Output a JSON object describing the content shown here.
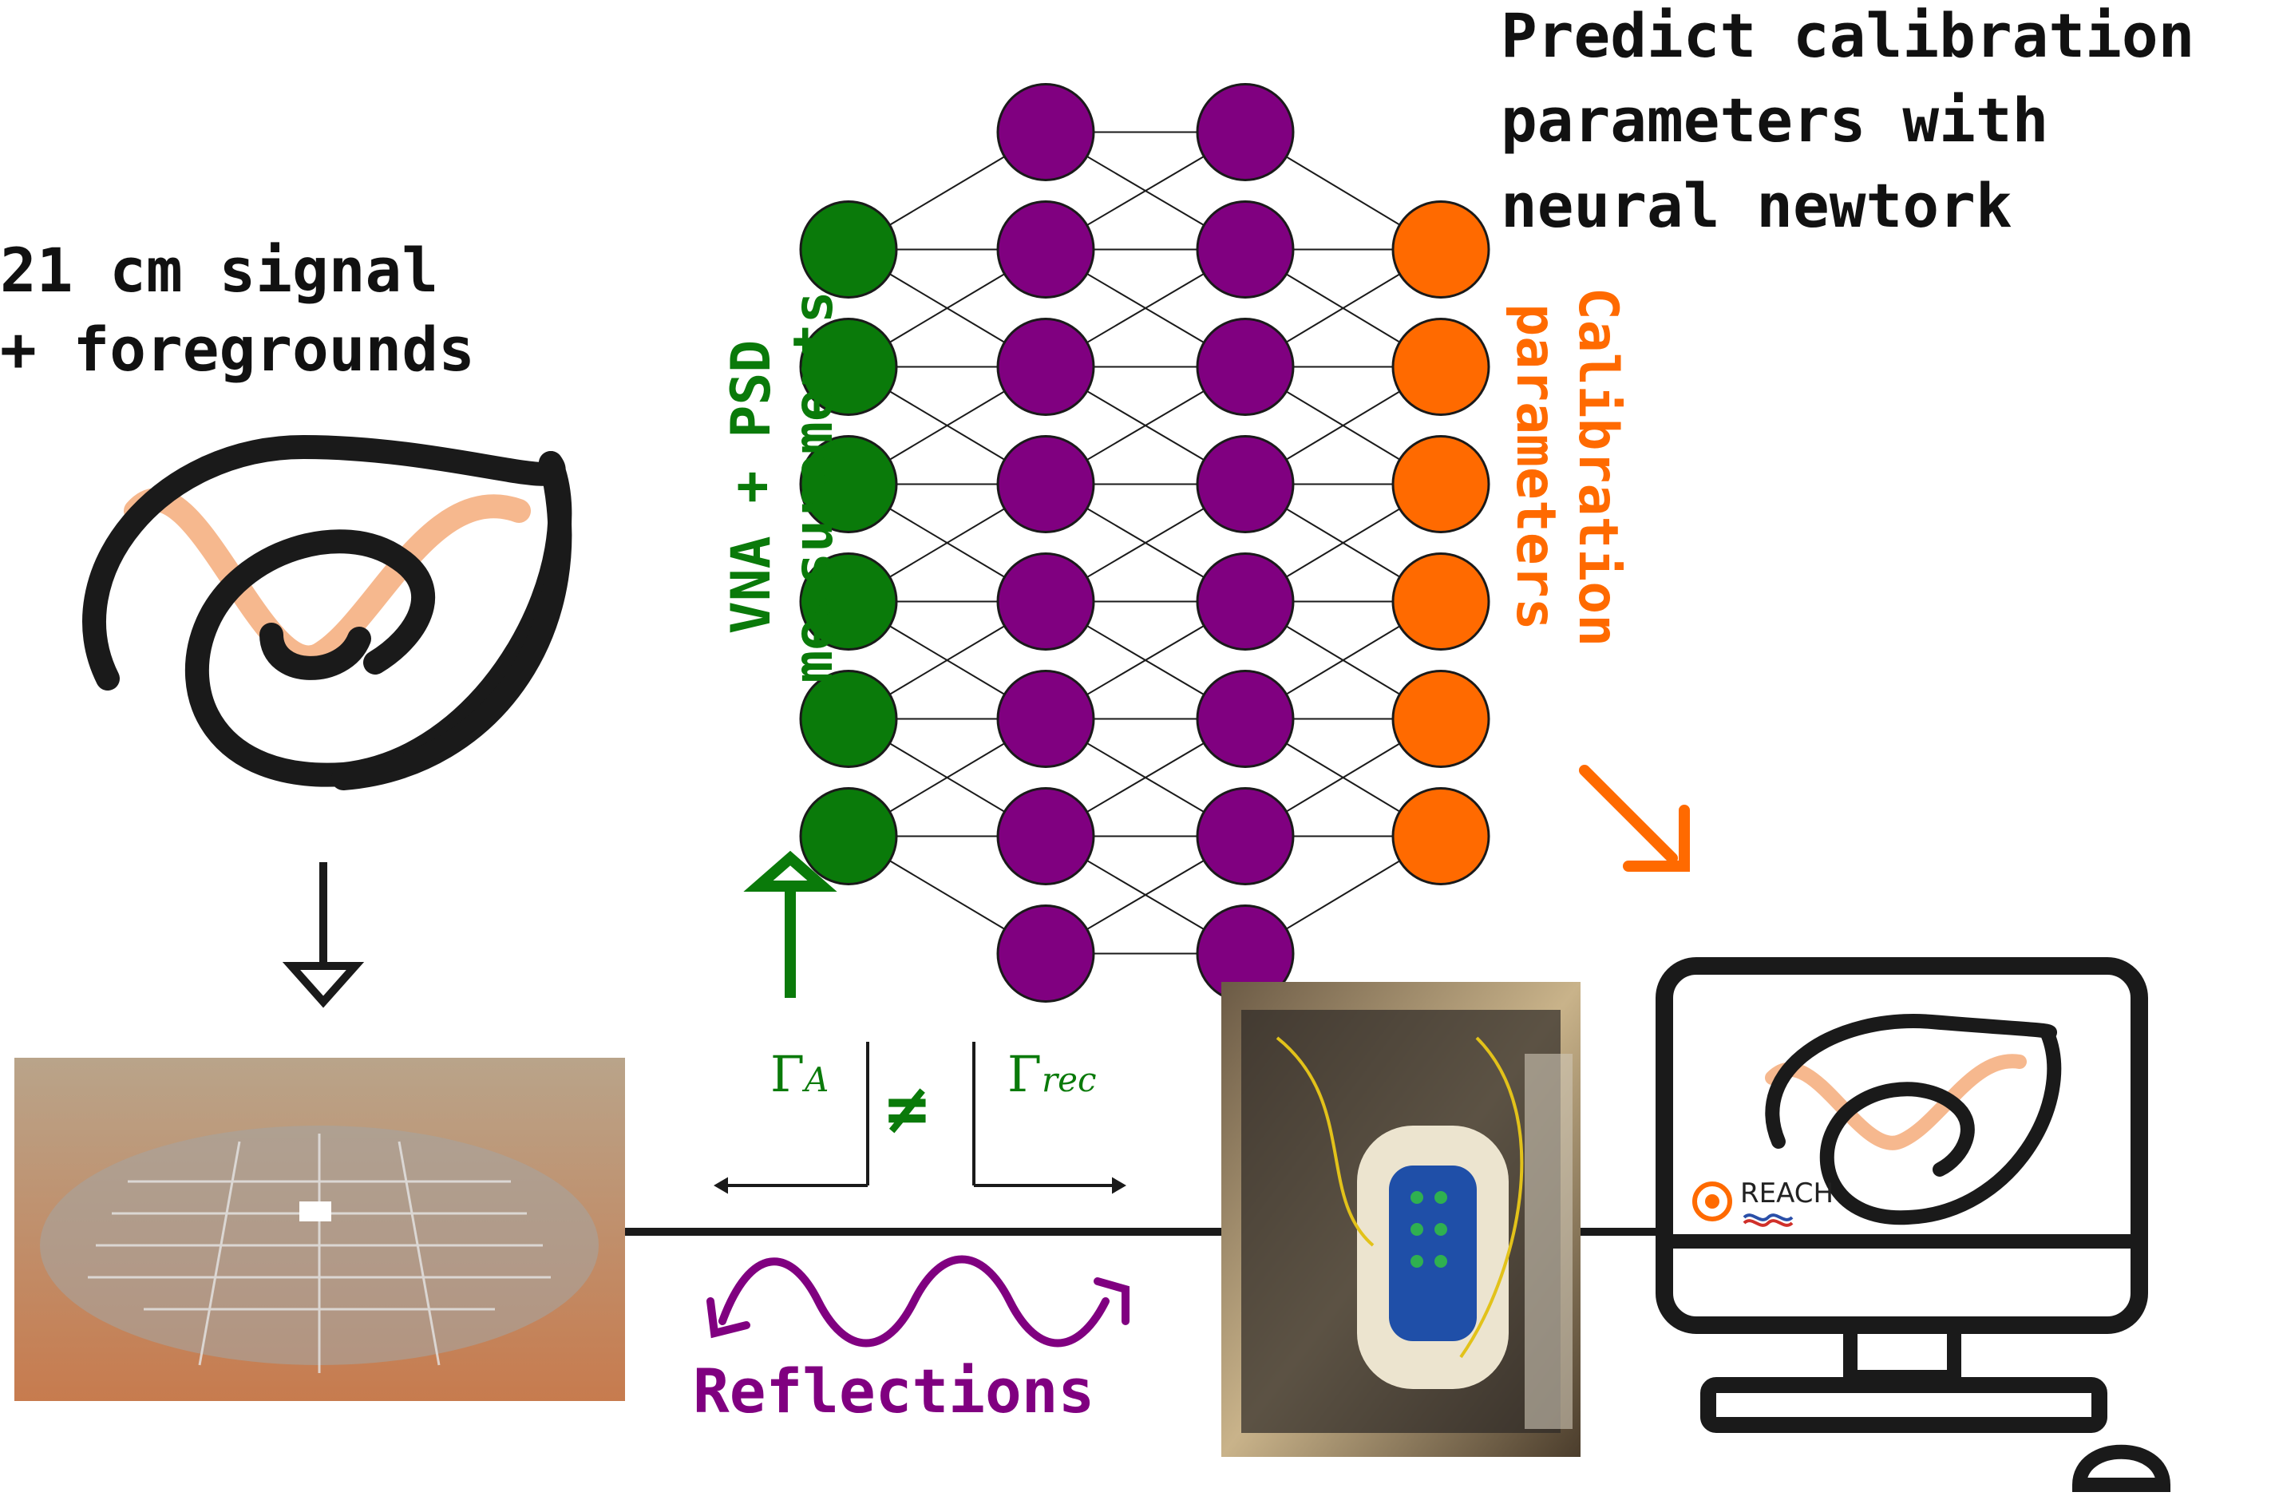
{
  "title": {
    "line1": "Predict calibration",
    "line2": "parameters with",
    "line3": "neural newtork"
  },
  "sky_label": {
    "line1": "21 cm signal",
    "line2": "+ foregrounds"
  },
  "input_label": {
    "line1": "VNA + PSD",
    "line2": "measurements"
  },
  "output_label": {
    "line1": "Calibration",
    "line2": "parameters"
  },
  "gamma_a": {
    "symbol": "Γ",
    "subscript": "A"
  },
  "gamma_rec": {
    "symbol": "Γ",
    "subscript": "rec"
  },
  "not_equal": "≠",
  "reflections": "Reflections",
  "reach_logo": "REACH",
  "network": {
    "layers": [
      {
        "name": "input",
        "nodes": 6,
        "color": "#0a7a0a"
      },
      {
        "name": "hidden-1",
        "nodes": 8,
        "color": "#800080"
      },
      {
        "name": "hidden-2",
        "nodes": 8,
        "color": "#800080"
      },
      {
        "name": "output",
        "nodes": 6,
        "color": "#ff6a00"
      }
    ]
  },
  "colors": {
    "green": "#0a7a0a",
    "purple": "#800080",
    "orange": "#ff6a00",
    "peach": "#f6b88e",
    "black": "#1a1a1a"
  }
}
